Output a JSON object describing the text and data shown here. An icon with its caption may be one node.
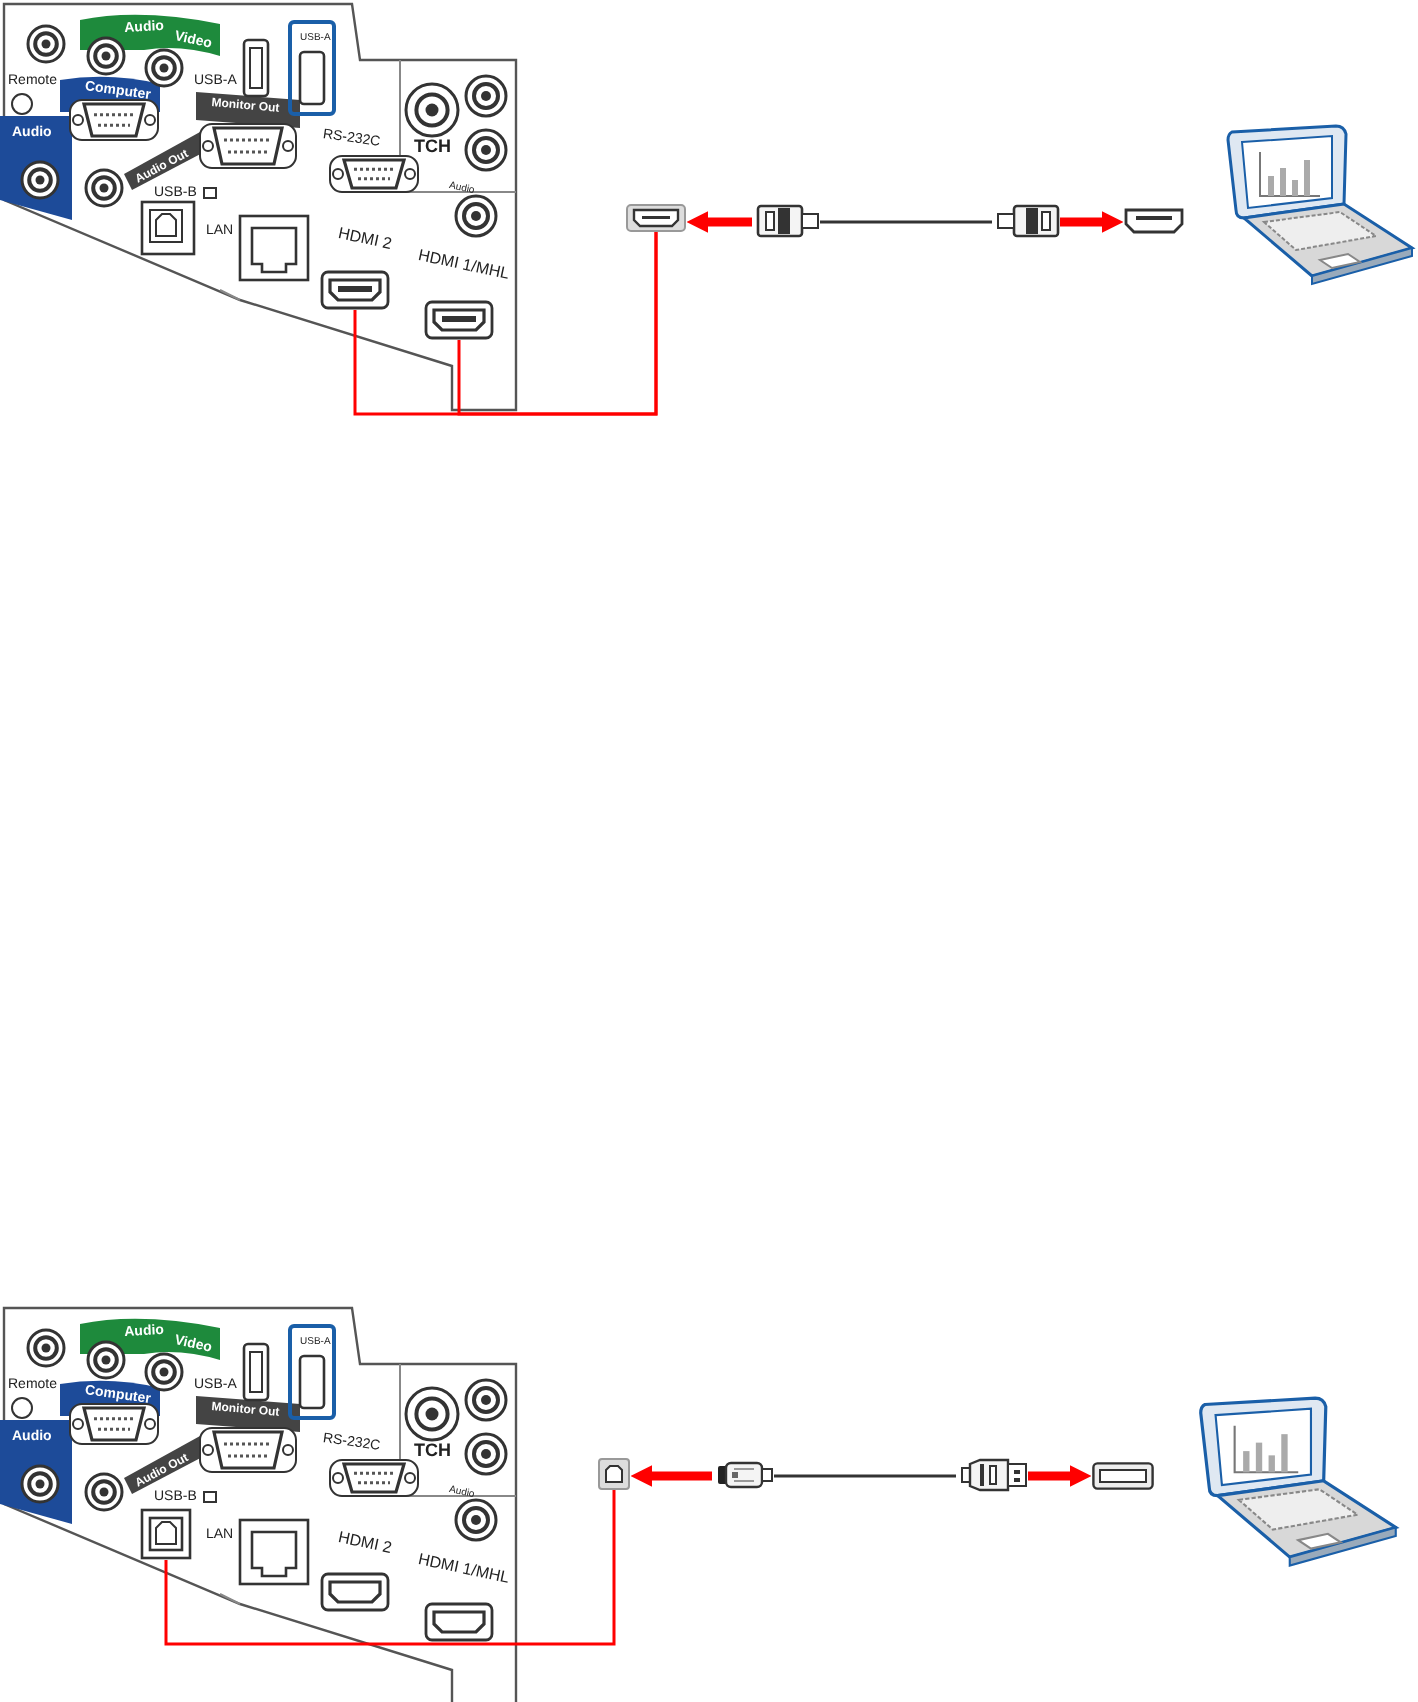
{
  "diagram": {
    "nodes": [
      {
        "text": [],
        "shape": "picture"
      },
      {
        "text": [],
        "shape": "picture"
      },
      {
        "text": [],
        "shape": "picture"
      },
      {
        "text": [],
        "shape": "picture"
      },
      {
        "text": [],
        "shape": "picture"
      },
      {
        "text": [],
        "shape": "picture"
      },
      {
        "text": [],
        "shape": "picture"
      },
      {
        "text": [],
        "shape": "picture"
      },
      {
        "text": [],
        "shape": "picture"
      },
      {
        "text": [],
        "shape": "picture"
      },
      {
        "text": [],
        "shape": "picture"
      }
    ],
    "edges": [
      {
        "from": 0,
        "to": 2,
        "arrow": "none"
      },
      {
        "from": 1,
        "to": 2,
        "arrow": "none"
      },
      {
        "from": 3,
        "to": 2,
        "arrow": "to",
        "style": "thick"
      },
      {
        "from": 3,
        "to": 4,
        "arrow": "none",
        "color": "#333333"
      },
      {
        "from": 4,
        "to": 5,
        "arrow": "to",
        "style": "thick"
      },
      {
        "from": 6,
        "to": 7,
        "arrow": "none"
      },
      {
        "from": 8,
        "to": 7,
        "arrow": "to",
        "style": "thick"
      },
      {
        "from": 8,
        "to": 9,
        "arrow": "none",
        "color": "#333333"
      },
      {
        "from": 9,
        "to": 10,
        "arrow": "to",
        "style": "thick"
      }
    ],
    "labels": [
      "Audio",
      "Video",
      "USB-A",
      "Remote",
      "USB-A",
      "Computer",
      "Monitor Out",
      "Audio",
      "RS-232C",
      "TCH",
      "Audio Out",
      "USB-B",
      "Audio",
      "LAN",
      "HDMI 2",
      "HDMI 1/MHL",
      "Audio",
      "Video",
      "USB-A",
      "Remote",
      "USB-A",
      "Computer",
      "Monitor Out",
      "Audio",
      "RS-232C",
      "TCH",
      "Audio Out",
      "USB-B",
      "Audio",
      "LAN",
      "HDMI 2",
      "HDMI 1/MHL"
    ]
  }
}
